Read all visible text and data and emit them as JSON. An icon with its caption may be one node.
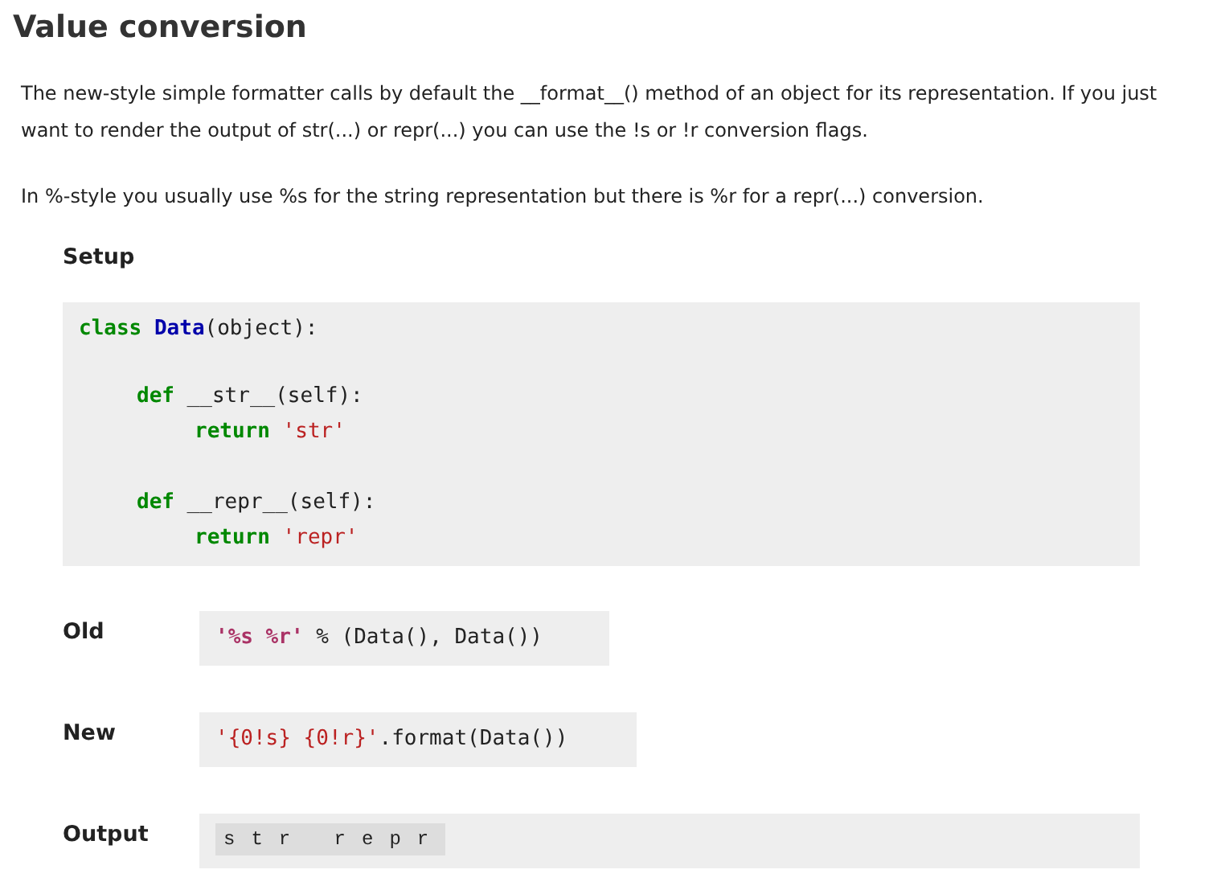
{
  "diagram": {
    "title": "Value conversion",
    "labels": [
      "The new-style simple formatter calls by default the __format__() method of an object for its representation. If you just want to render the output of str(...) or repr(...) you can use the !s or !r conversion flags.",
      "In %-style you usually use %s for the string representation but there is %r for a repr(...) conversion.",
      "Setup",
      "class Data(object):",
      "def __str__(self):",
      "return 'str'",
      "def __repr__(self):",
      "return 'repr'",
      "Old",
      "'%s %r' % (Data(), Data())",
      "New",
      "'{0!s} {0!r}'.format(Data())",
      "Output",
      "str repr"
    ]
  }
}
